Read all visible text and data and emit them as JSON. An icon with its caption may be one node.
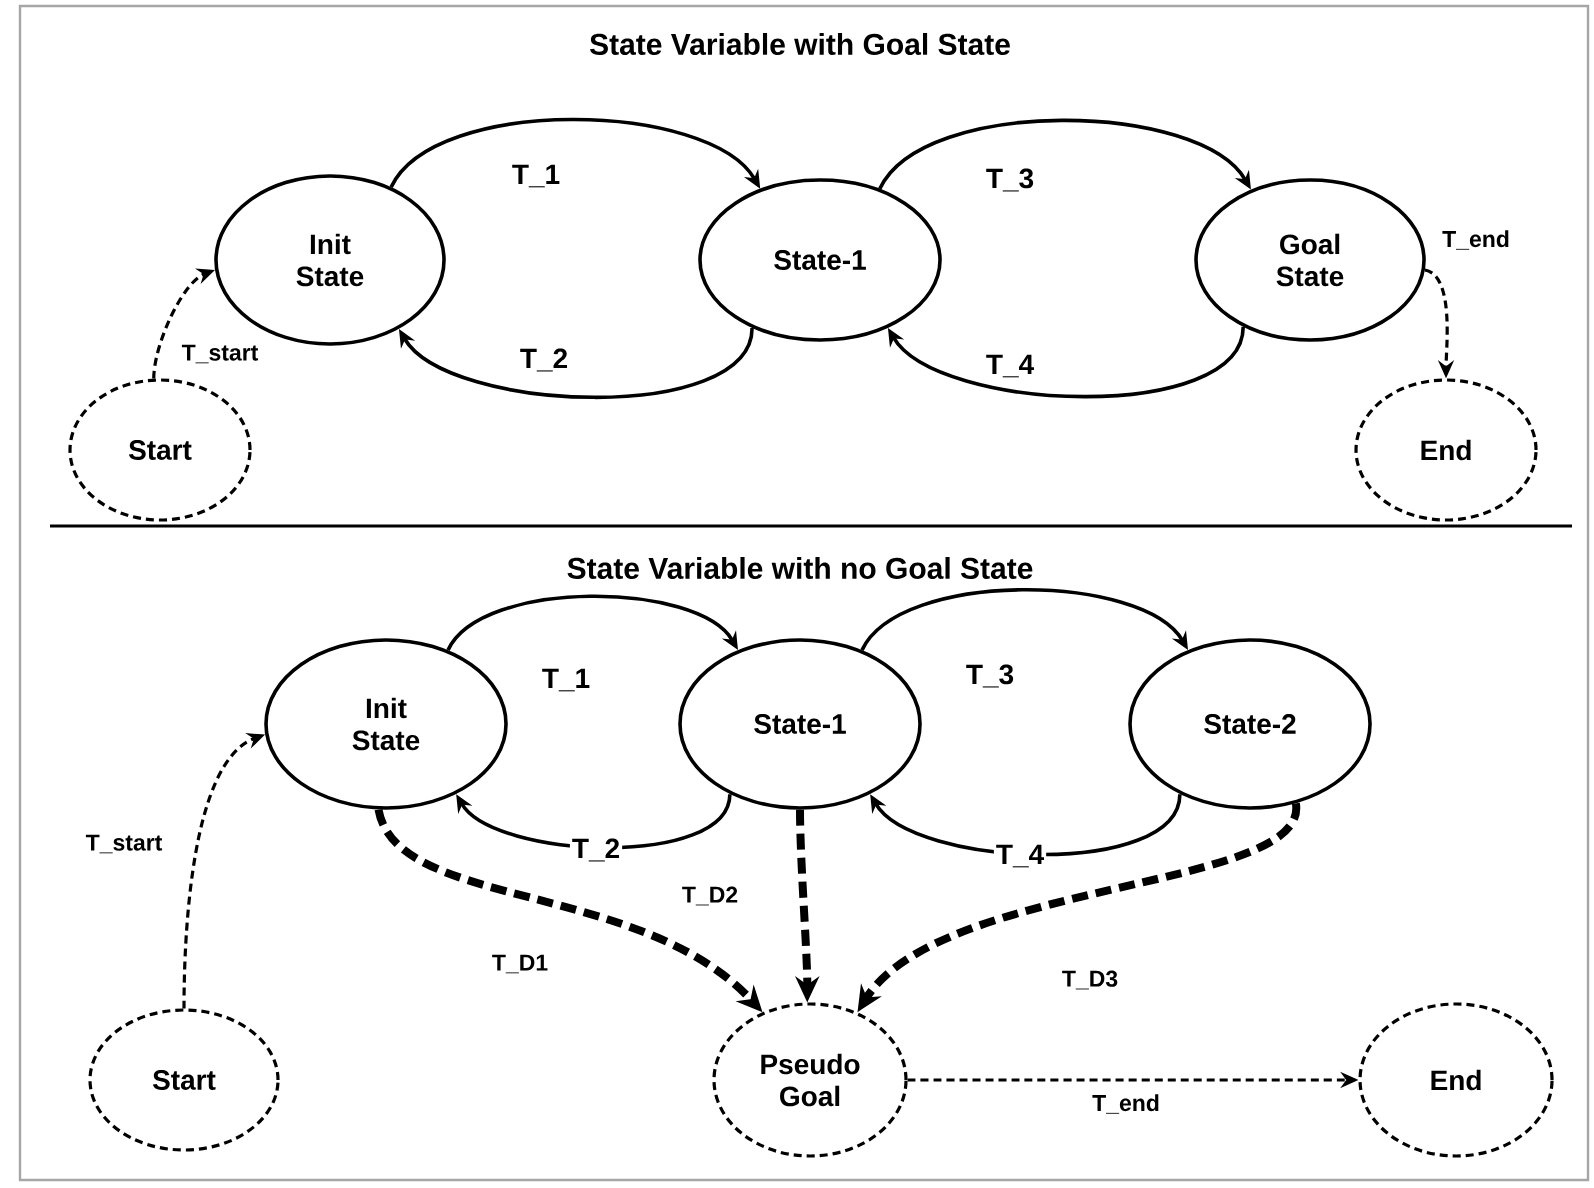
{
  "diagram": {
    "title": "State Variable with Goal State",
    "nodes": [
      {
        "text": [
          "Init State"
        ]
      },
      {
        "text": [
          "State-1"
        ]
      },
      {
        "text": [
          "Goal State"
        ]
      },
      {
        "text": [
          "Start"
        ]
      },
      {
        "text": [
          "End"
        ]
      },
      {
        "text": [
          "Init State"
        ]
      },
      {
        "text": [
          "State-1"
        ]
      },
      {
        "text": [
          "State-2"
        ]
      },
      {
        "text": [
          "Start"
        ]
      },
      {
        "text": [
          "Pseudo Goal"
        ]
      },
      {
        "text": [
          "End"
        ]
      }
    ],
    "edges": [
      {
        "from": 3,
        "to": 0,
        "arrow": "to",
        "label": "T_start",
        "style": "dashed"
      },
      {
        "from": 0,
        "to": 1,
        "arrow": "to",
        "label": "T_1"
      },
      {
        "from": 1,
        "to": 0,
        "arrow": "to",
        "label": "T_2"
      },
      {
        "from": 1,
        "to": 2,
        "arrow": "to",
        "label": "T_3"
      },
      {
        "from": 2,
        "to": 1,
        "arrow": "to",
        "label": "T_4"
      },
      {
        "from": 2,
        "to": 4,
        "arrow": "to",
        "label": "T_end",
        "style": "dashed"
      },
      {
        "from": 8,
        "to": 5,
        "arrow": "to",
        "label": "T_start",
        "style": "dashed"
      },
      {
        "from": 5,
        "to": 6,
        "arrow": "to",
        "label": "T_1"
      },
      {
        "from": 6,
        "to": 5,
        "arrow": "to",
        "label": "T_2"
      },
      {
        "from": 6,
        "to": 7,
        "arrow": "to",
        "label": "T_3"
      },
      {
        "from": 7,
        "to": 6,
        "arrow": "to",
        "label": "T_4"
      },
      {
        "from": 5,
        "to": 9,
        "arrow": "to",
        "label": "T_D1",
        "style": "dashed"
      },
      {
        "from": 6,
        "to": 9,
        "arrow": "to",
        "label": "T_D2",
        "style": "dashed"
      },
      {
        "from": 7,
        "to": 9,
        "arrow": "to",
        "label": "T_D3",
        "style": "dashed"
      },
      {
        "from": 9,
        "to": 10,
        "arrow": "to",
        "label": "T_end",
        "style": "dashed"
      }
    ],
    "labels": [
      "State Variable with no Goal State"
    ]
  }
}
